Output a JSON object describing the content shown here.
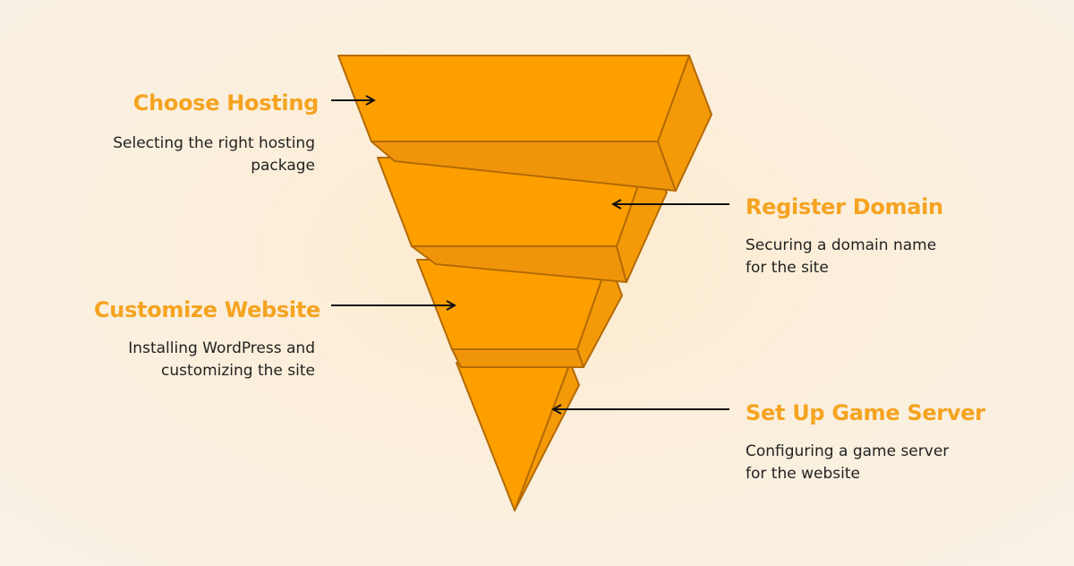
{
  "steps": [
    {
      "title": "Choose Hosting",
      "description_lines": [
        "Selecting the right hosting",
        "package"
      ]
    },
    {
      "title": "Register Domain",
      "description_lines": [
        "Securing a domain name",
        "for the site"
      ]
    },
    {
      "title": "Customize Website",
      "description_lines": [
        "Installing WordPress and",
        "customizing the site"
      ]
    },
    {
      "title": "Set Up Game Server",
      "description_lines": [
        "Configuring a game server",
        "for the website"
      ]
    }
  ],
  "colors": {
    "fill": "#fe9f00",
    "side": "#f49a08",
    "stroke": "#b36a05",
    "label": "#f5a320",
    "text": "#222222"
  }
}
